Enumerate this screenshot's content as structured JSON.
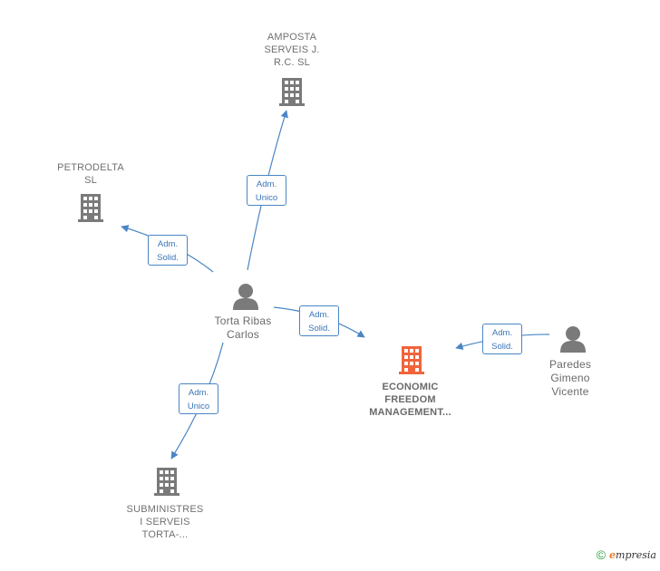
{
  "nodes": {
    "amposta": {
      "label": "AMPOSTA\nSERVEIS J.\nR.C.  SL",
      "kind": "company"
    },
    "petrodelta": {
      "label": "PETRODELTA\nSL",
      "kind": "company"
    },
    "economic": {
      "label": "ECONOMIC\nFREEDOM\nMANAGEMENT...",
      "kind": "company-focus"
    },
    "subministres": {
      "label": "SUBMINISTRES\nI SERVEIS\nTORTA-...",
      "kind": "company"
    },
    "torta": {
      "label": "Torta Ribas\nCarlos",
      "kind": "person"
    },
    "paredes": {
      "label": "Paredes\nGimeno\nVicente",
      "kind": "person"
    }
  },
  "edges": {
    "torta_amposta": {
      "label": "Adm.\nUnico",
      "from": "torta",
      "to": "amposta"
    },
    "torta_petrodelta": {
      "label": "Adm.\nSolid.",
      "from": "torta",
      "to": "petrodelta"
    },
    "torta_economic": {
      "label": "Adm.\nSolid.",
      "from": "torta",
      "to": "economic"
    },
    "torta_subministres": {
      "label": "Adm.\nUnico",
      "from": "torta",
      "to": "subministres"
    },
    "paredes_economic": {
      "label": "Adm.\nSolid.",
      "from": "paredes",
      "to": "economic"
    }
  },
  "colors": {
    "company": "#7a7a7a",
    "company_focus": "#f0643c",
    "person": "#7a7a7a",
    "edge": "#4a86c5"
  },
  "footer": {
    "copyright": "©",
    "brand_initial": "e",
    "brand_rest": "mpresia"
  }
}
